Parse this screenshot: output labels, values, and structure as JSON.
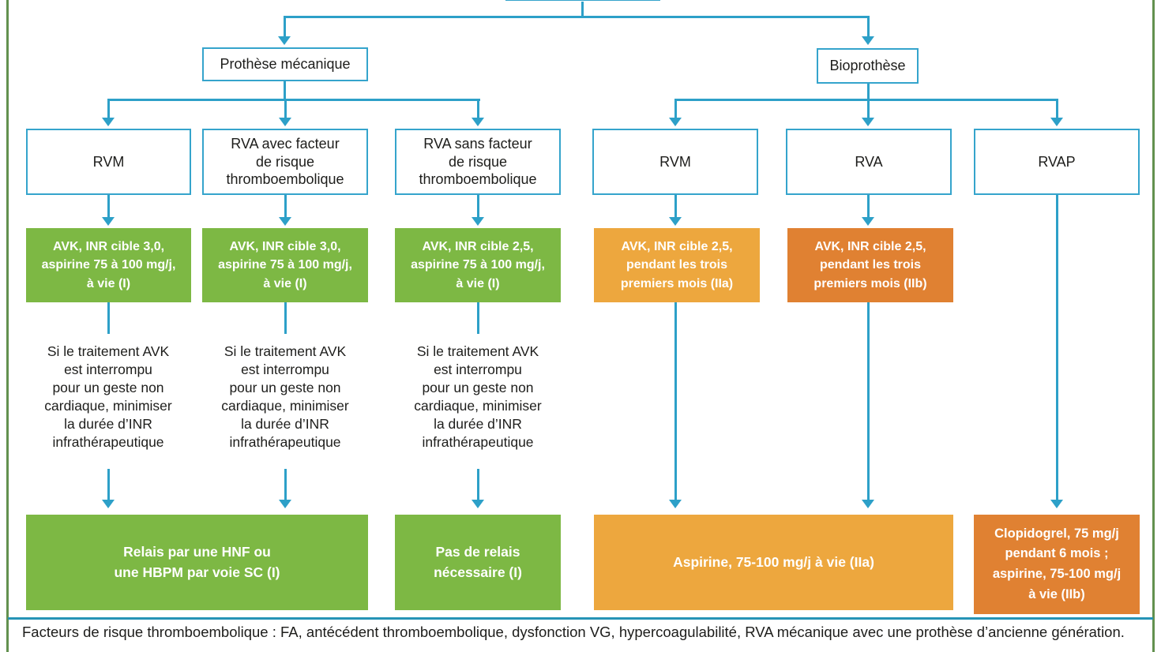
{
  "palette": {
    "line_blue": "#2da0c8",
    "box_border_blue": "#35a4cc",
    "class_i_green": "#7db844",
    "class_iia_yellow": "#eda73e",
    "class_iib_orange": "#e08132",
    "frame_green": "#63914f",
    "separator_teal": "#2694b6"
  },
  "branches": [
    {
      "label": "Prothèse mécanique"
    },
    {
      "label": "Bioprothèse"
    }
  ],
  "columns": [
    {
      "valve_lines": [
        "RVM"
      ],
      "therapy_lines": [
        "AVK, INR cible 3,0,",
        "aspirine 75 à 100 mg/j,",
        "à vie (I)"
      ],
      "therapy_color": "green",
      "note_lines": [
        "Si le traitement AVK",
        "est interrompu",
        "pour un geste non",
        "cardiaque, minimiser",
        "la durée d’INR",
        "infrathérapeutique"
      ]
    },
    {
      "valve_lines": [
        "RVA avec facteur",
        "de risque",
        "thromboembolique"
      ],
      "therapy_lines": [
        "AVK, INR cible 3,0,",
        "aspirine 75 à 100 mg/j,",
        "à vie (I)"
      ],
      "therapy_color": "green",
      "note_lines": [
        "Si le traitement AVK",
        "est interrompu",
        "pour un geste non",
        "cardiaque, minimiser",
        "la durée d’INR",
        "infrathérapeutique"
      ]
    },
    {
      "valve_lines": [
        "RVA sans facteur",
        "de risque",
        "thromboembolique"
      ],
      "therapy_lines": [
        "AVK, INR cible 2,5,",
        "aspirine 75 à 100 mg/j,",
        "à vie (I)"
      ],
      "therapy_color": "green",
      "note_lines": [
        "Si le traitement AVK",
        "est interrompu",
        "pour un geste non",
        "cardiaque, minimiser",
        "la durée d’INR",
        "infrathérapeutique"
      ]
    },
    {
      "valve_lines": [
        "RVM"
      ],
      "therapy_lines": [
        "AVK, INR cible 2,5,",
        "pendant les trois",
        "premiers mois (IIa)"
      ],
      "therapy_color": "yellow"
    },
    {
      "valve_lines": [
        "RVA"
      ],
      "therapy_lines": [
        "AVK, INR cible 2,5,",
        "pendant les trois",
        "premiers mois (IIb)"
      ],
      "therapy_color": "orange"
    },
    {
      "valve_lines": [
        "RVAP"
      ]
    }
  ],
  "outcomes": [
    {
      "lines": [
        "Relais par une HNF ou",
        "une HBPM par voie SC (I)"
      ],
      "color": "green"
    },
    {
      "lines": [
        "Pas de relais",
        "nécessaire (I)"
      ],
      "color": "green"
    },
    {
      "lines": [
        "Aspirine, 75-100 mg/j à vie (IIa)"
      ],
      "color": "yellow"
    },
    {
      "lines": [
        "Clopidogrel, 75 mg/j",
        "pendant 6 mois ;",
        "aspirine, 75-100 mg/j",
        "à vie (IIb)"
      ],
      "color": "orange"
    }
  ],
  "footnote": "Facteurs de risque thromboembolique : FA, antécédent thromboembolique, dysfonction VG, hypercoagulabilité, RVA mécanique avec une prothèse d’ancienne génération."
}
